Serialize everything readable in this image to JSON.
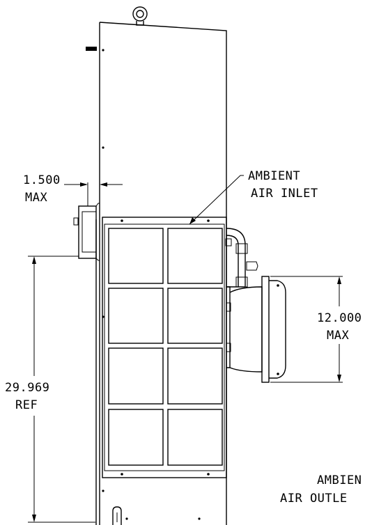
{
  "annotations": {
    "clearance_value": "1.500",
    "clearance_qualifier": "MAX",
    "inlet_line1": "AMBIENT",
    "inlet_line2": "AIR INLET",
    "width_value": "12.000",
    "width_qualifier": "MAX",
    "height_value": "29.969",
    "height_qualifier": "REF",
    "outlet_line1": "AMBIEN",
    "outlet_line2": "AIR OUTLE"
  },
  "filter_grid": {
    "rows": 4,
    "columns": 2
  }
}
